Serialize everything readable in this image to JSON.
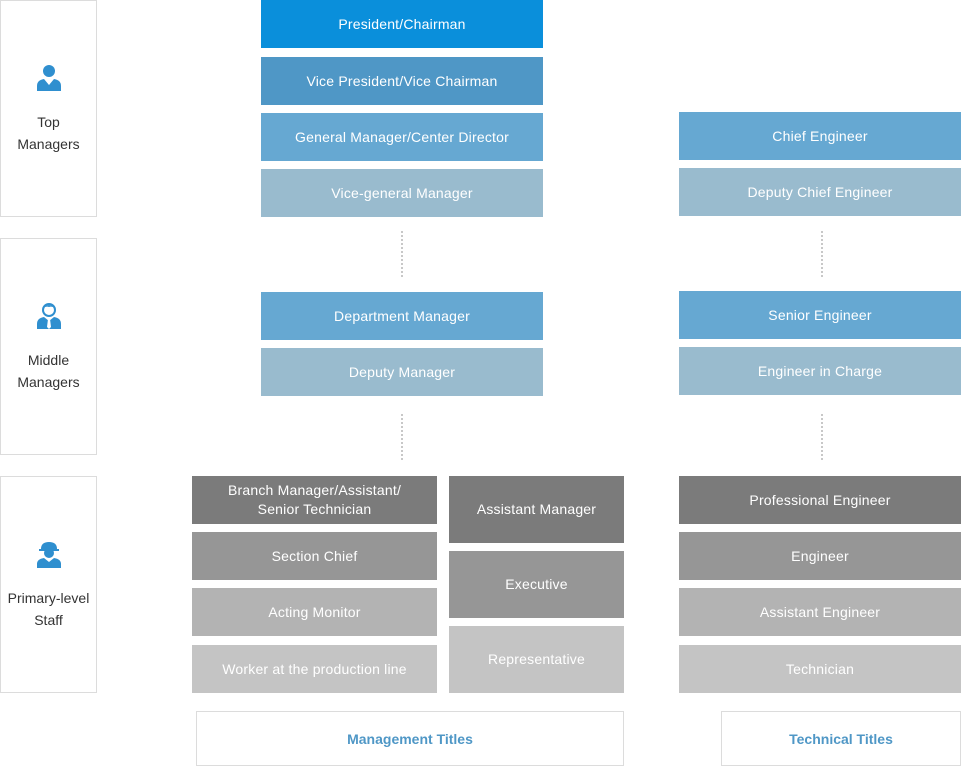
{
  "tiers": {
    "top": "Top\nManagers",
    "middle": "Middle\nManagers",
    "primary": "Primary-level\nStaff"
  },
  "management": {
    "president": "President/Chairman",
    "vice_president": "Vice President/Vice Chairman",
    "general_manager": "General Manager/Center Director",
    "vice_general_manager": "Vice-general Manager",
    "department_manager": "Department Manager",
    "deputy_manager": "Deputy Manager",
    "branch_manager": "Branch Manager/Assistant/\nSenior Technician",
    "section_chief": "Section Chief",
    "acting_monitor": "Acting Monitor",
    "worker": "Worker at the production line",
    "assistant_manager": "Assistant Manager",
    "executive": "Executive",
    "representative": "Representative"
  },
  "technical": {
    "chief_engineer": "Chief Engineer",
    "deputy_chief_engineer": "Deputy Chief Engineer",
    "senior_engineer": "Senior Engineer",
    "engineer_in_charge": "Engineer in Charge",
    "professional_engineer": "Professional Engineer",
    "engineer": "Engineer",
    "assistant_engineer": "Assistant Engineer",
    "technician": "Technician"
  },
  "footer": {
    "management_titles": "Management Titles",
    "technical_titles": "Technical Titles"
  },
  "icons": {
    "top": "manager-in-suit-icon",
    "middle": "employee-with-tie-icon",
    "primary": "worker-with-hardhat-icon"
  },
  "colors": {
    "accent": "#0a8fdb",
    "blue_mid": "#4f97c6",
    "blue_light": "#66a8d2",
    "blue_pale": "#99bbce",
    "gray_dark": "#7b7b7b",
    "gray_mid": "#969696",
    "gray_light": "#b3b3b3",
    "gray_pale": "#c4c4c4"
  }
}
